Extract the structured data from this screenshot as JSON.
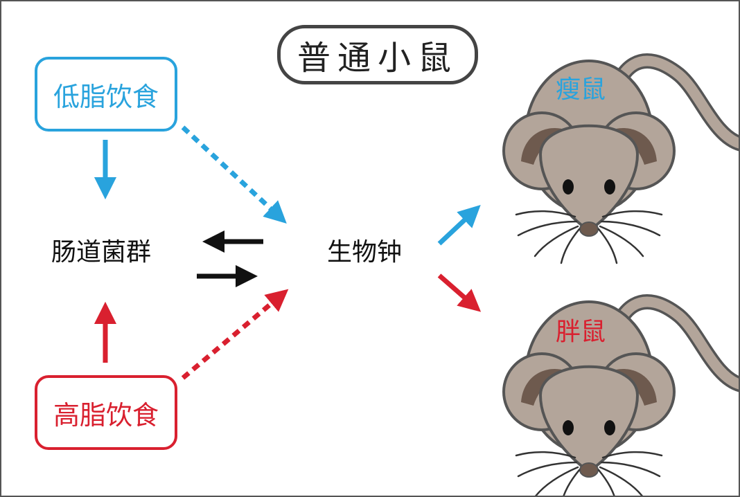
{
  "title": "普通小鼠",
  "low_fat_diet": "低脂饮食",
  "high_fat_diet": "高脂饮食",
  "gut_microbiota": "肠道菌群",
  "circadian_clock": "生物钟",
  "thin_mouse": "瘦鼠",
  "fat_mouse": "胖鼠",
  "colors": {
    "blue": "#29a3dd",
    "red": "#d9202f",
    "black": "#111111",
    "mouse_body": "#b3a59a",
    "mouse_ear_inner": "#6e5a4e",
    "outline": "#555555"
  }
}
